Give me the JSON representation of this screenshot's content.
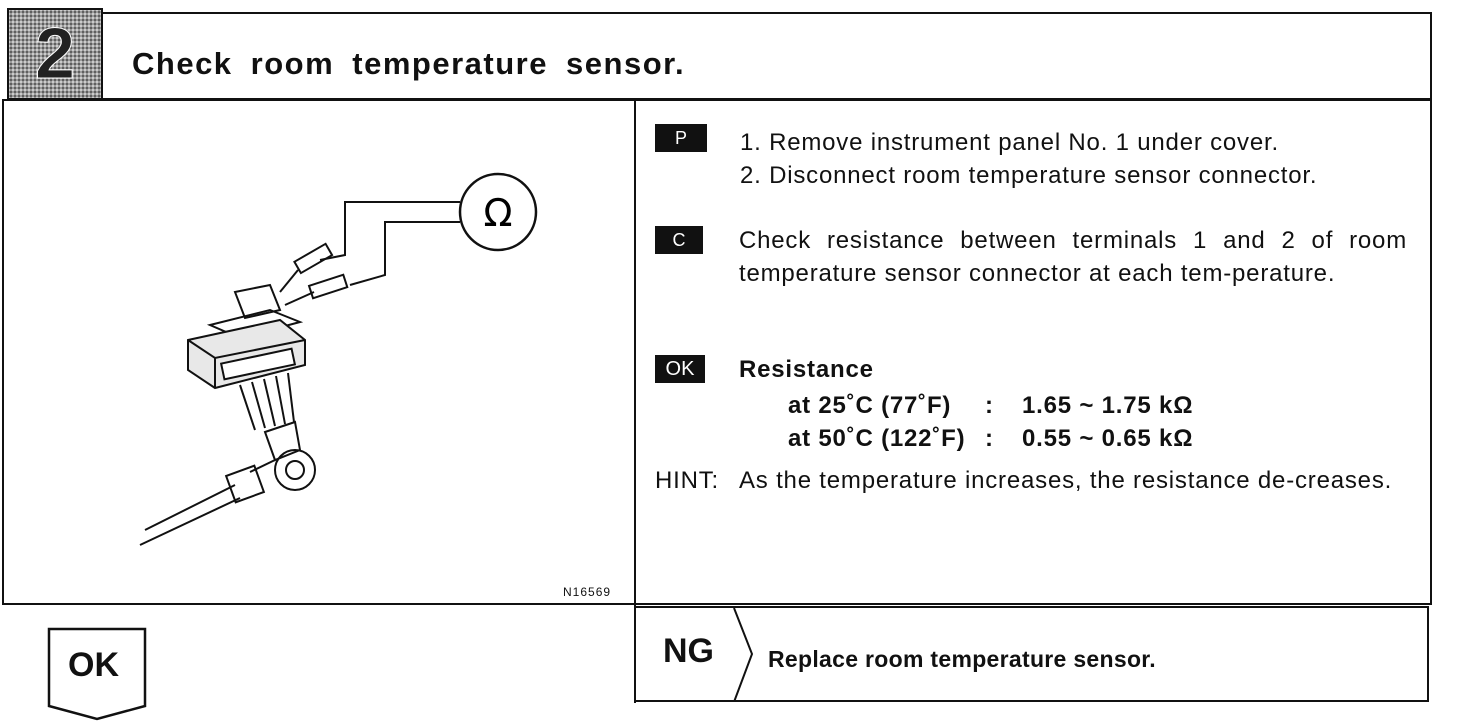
{
  "step": {
    "number": "2",
    "title": "Check room temperature sensor."
  },
  "figure": {
    "code": "N16569",
    "meter_symbol": "Ω"
  },
  "prep": {
    "badge": "P",
    "items": [
      "1.  Remove instrument panel No. 1 under cover.",
      "2.  Disconnect room temperature sensor connector."
    ]
  },
  "check": {
    "badge": "C",
    "text": "Check resistance between terminals 1 and 2 of room temperature sensor connector at each tem-perature."
  },
  "ok_spec": {
    "badge": "OK",
    "heading": "Resistance",
    "rows": [
      {
        "condition": "at 25˚C (77˚F)",
        "sep": ":",
        "value": "1.65 ~ 1.75 kΩ"
      },
      {
        "condition": "at 50˚C (122˚F)",
        "sep": ":",
        "value": "0.55 ~ 0.65 kΩ"
      }
    ]
  },
  "hint": {
    "label": "HINT:",
    "text": "As the temperature increases, the resistance de-creases."
  },
  "result": {
    "ok_label": "OK",
    "ng_label": "NG",
    "ng_action": "Replace room temperature sensor."
  }
}
